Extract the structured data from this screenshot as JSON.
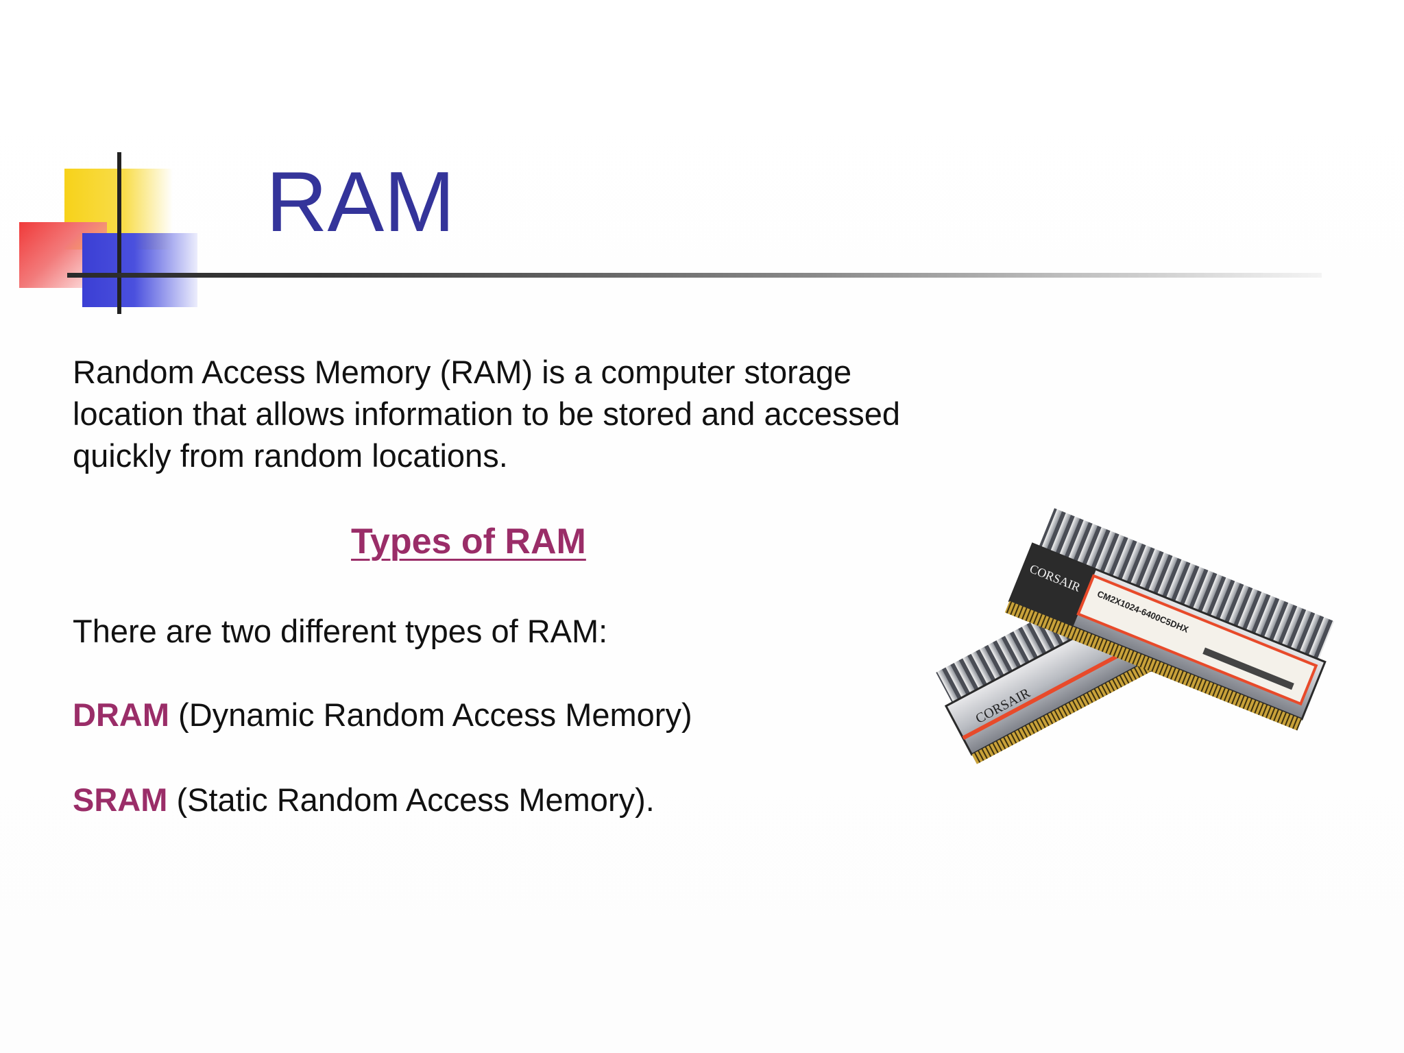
{
  "slide": {
    "title": "RAM",
    "intro": "Random Access Memory (RAM) is a computer storage location that allows information to be stored and accessed quickly from random locations.",
    "types_heading": "Types of RAM",
    "two_types": "There are two different types of RAM:",
    "types": [
      {
        "abbr": "DRAM",
        "full": " (Dynamic Random Access Memory)"
      },
      {
        "abbr": "SRAM",
        "full": " (Static Random Access Memory)."
      }
    ]
  },
  "image": {
    "subject": "ram-modules-photo",
    "brand_text": "CORSAIR",
    "module_label": "CM2X1024-6400C5DHX"
  },
  "colors": {
    "title": "#34349a",
    "accent": "#9a2d68",
    "body": "#111111"
  }
}
